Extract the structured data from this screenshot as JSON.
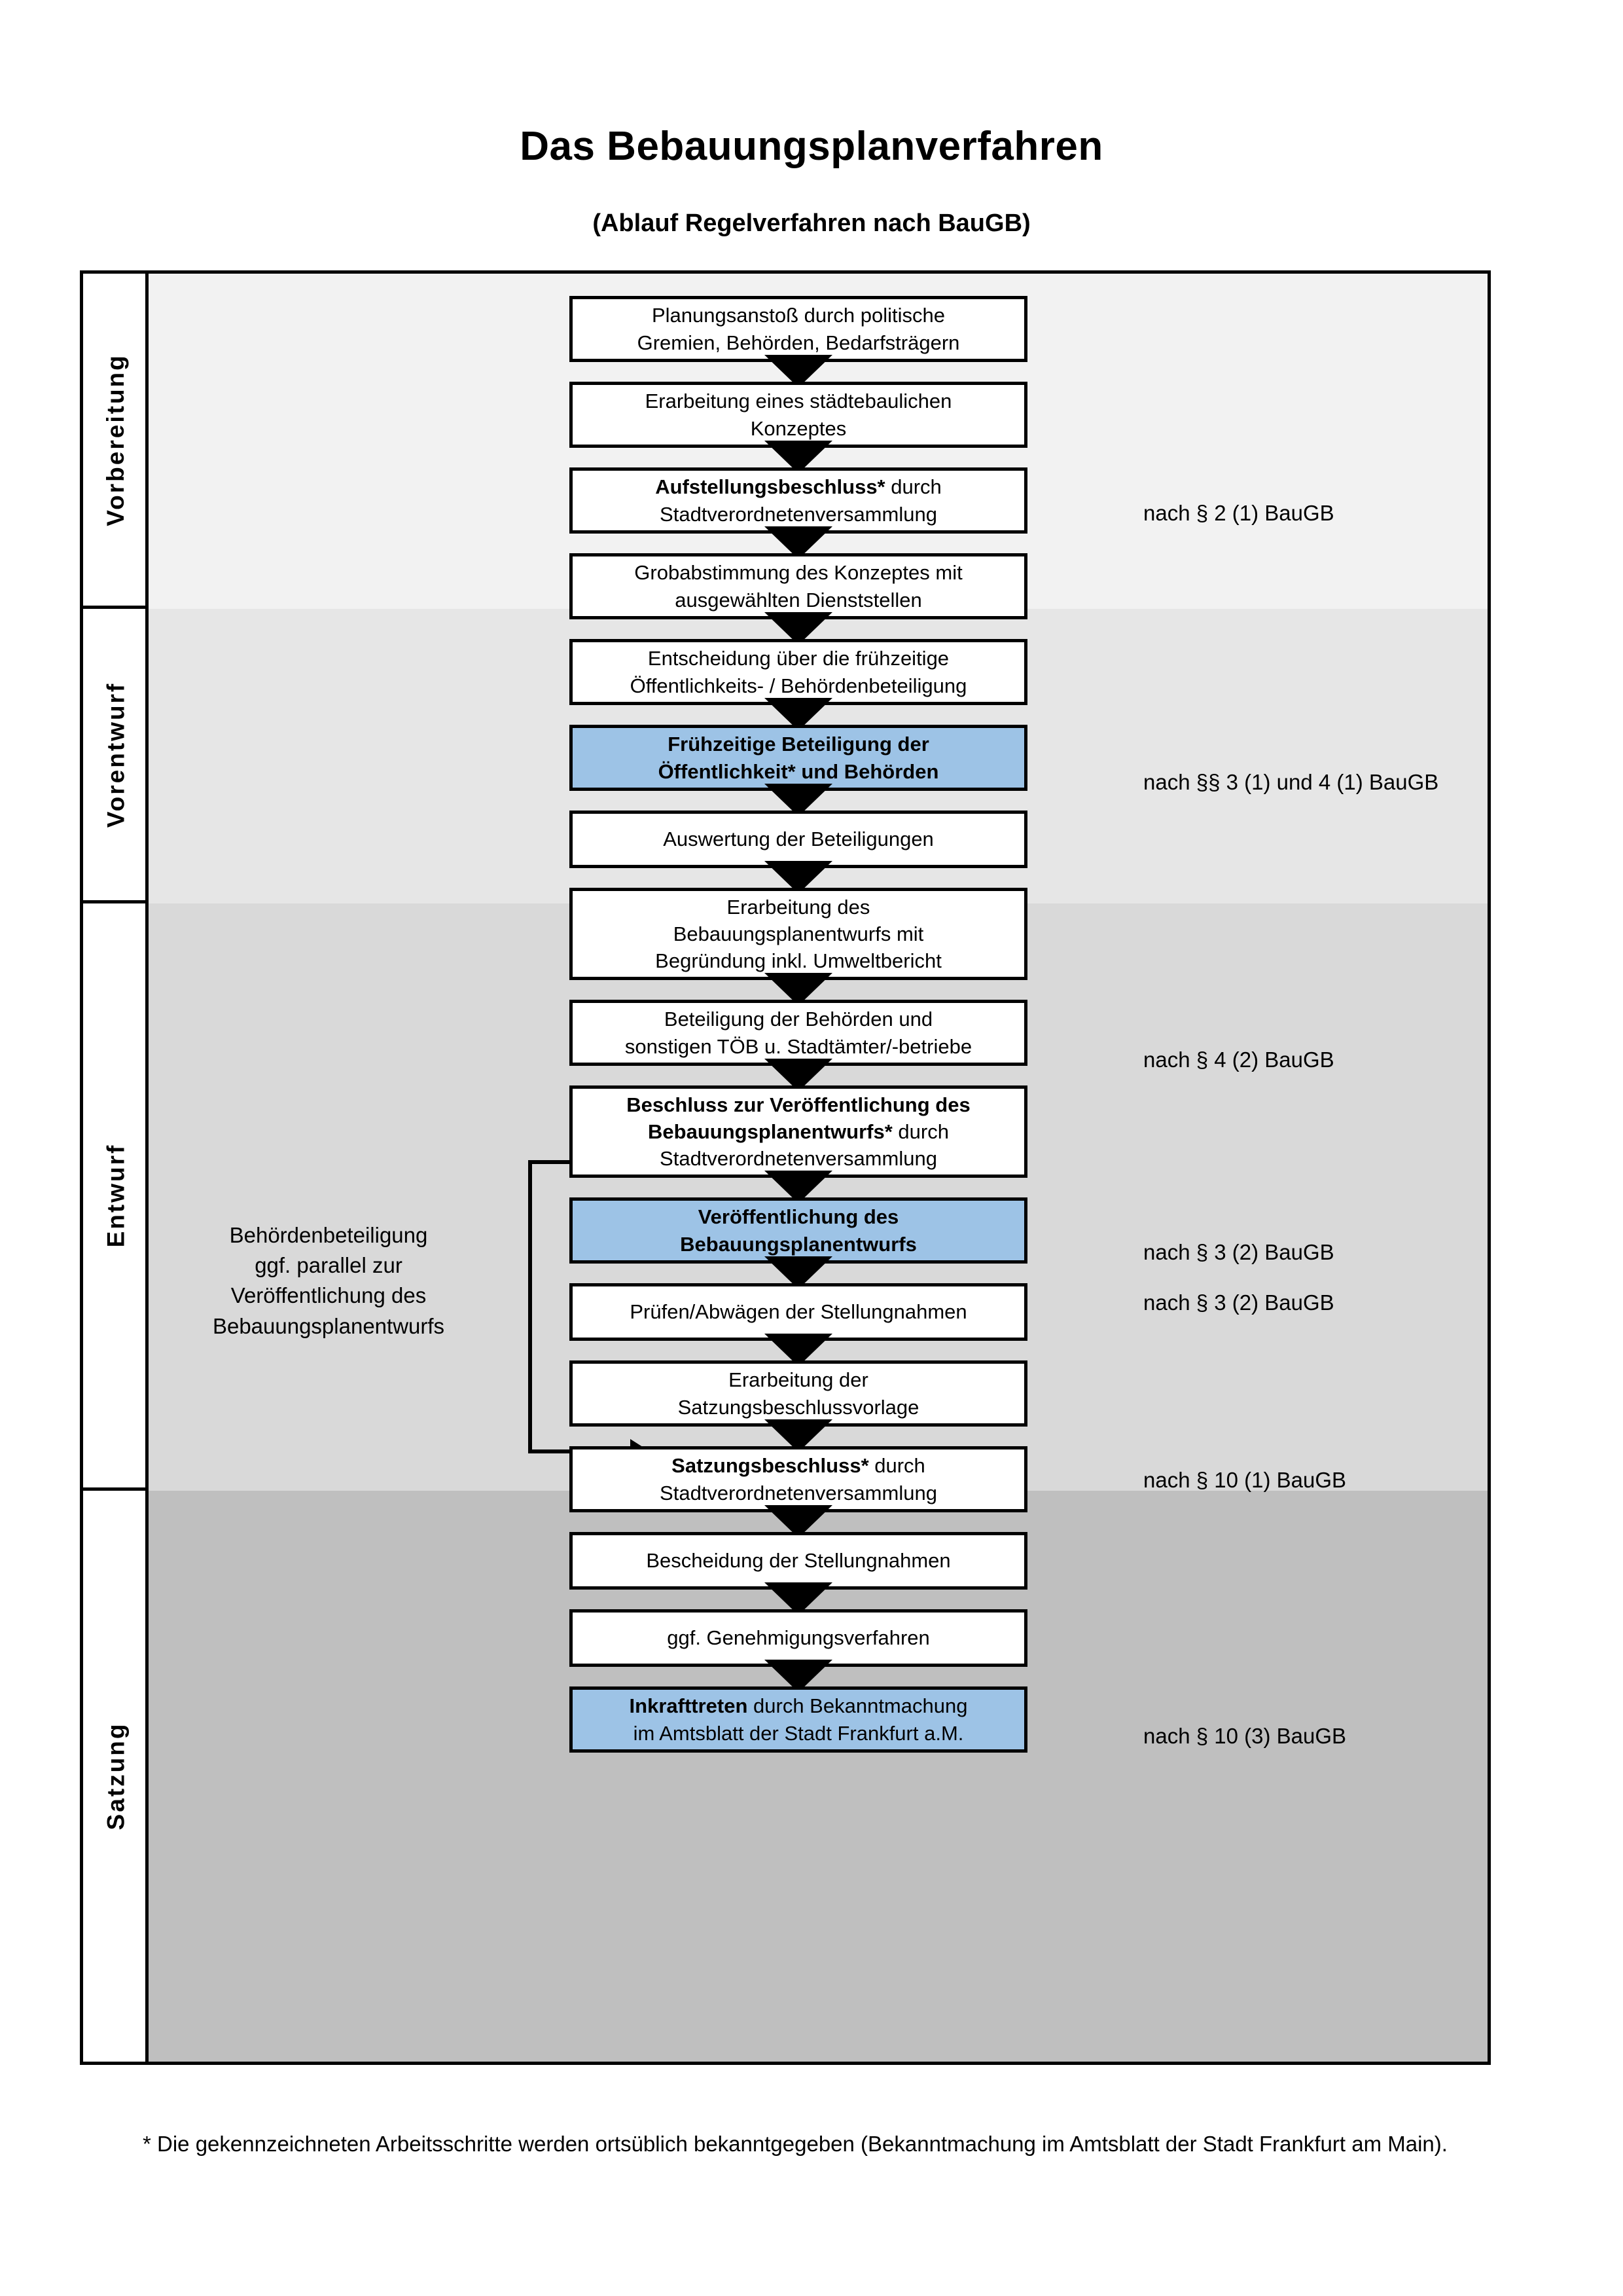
{
  "title": "Das Bebauungsplanverfahren",
  "subtitle": "(Ablauf Regelverfahren nach BauGB)",
  "colors": {
    "highlight_blue": "#9dc3e6",
    "band_vorbereitung": "#f2f2f2",
    "band_vorentwurf": "#e6e6e6",
    "band_entwurf": "#d9d9d9",
    "band_satzung": "#bfbfbf",
    "line": "#000000"
  },
  "phases": [
    {
      "label": "Vorbereitung",
      "background": "#f2f2f2"
    },
    {
      "label": "Vorentwurf",
      "background": "#e6e6e6"
    },
    {
      "label": "Entwurf",
      "background": "#d9d9d9"
    },
    {
      "label": "Satzung",
      "background": "#bfbfbf"
    }
  ],
  "steps": [
    {
      "id": "planungsanstoss",
      "phase": "Vorbereitung",
      "highlighted": false,
      "lines": [
        "Planungsanstoß durch politische",
        "Gremien, Behörden, Bedarfsträgern"
      ]
    },
    {
      "id": "staedtebauliches-konzept",
      "phase": "Vorbereitung",
      "highlighted": false,
      "lines": [
        "Erarbeitung eines städtebaulichen",
        "Konzeptes"
      ]
    },
    {
      "id": "aufstellungsbeschluss",
      "phase": "Vorbereitung",
      "highlighted": false,
      "bold_prefix": "Aufstellungsbeschluss*",
      "lines": [
        "Aufstellungsbeschluss* durch",
        "Stadtverordnetenversammlung"
      ]
    },
    {
      "id": "grobabstimmung",
      "phase": "Vorentwurf",
      "highlighted": false,
      "lines": [
        "Grobabstimmung des Konzeptes mit",
        "ausgewählten Dienststellen"
      ]
    },
    {
      "id": "entscheidung-fruehzeitig",
      "phase": "Vorentwurf",
      "highlighted": false,
      "lines": [
        "Entscheidung über die frühzeitige",
        "Öffentlichkeits- / Behördenbeteiligung"
      ]
    },
    {
      "id": "fruehzeitige-beteiligung",
      "phase": "Vorentwurf",
      "highlighted": true,
      "lines": [
        "Frühzeitige Beteiligung der",
        "Öffentlichkeit* und Behörden"
      ]
    },
    {
      "id": "auswertung-beteiligungen",
      "phase": "Entwurf",
      "highlighted": false,
      "lines": [
        "Auswertung der Beteiligungen"
      ]
    },
    {
      "id": "erarbeitung-entwurf",
      "phase": "Entwurf",
      "highlighted": false,
      "lines": [
        "Erarbeitung des",
        "Bebauungsplanentwurfs mit",
        "Begründung inkl. Umweltbericht"
      ]
    },
    {
      "id": "beteiligung-behoerden",
      "phase": "Entwurf",
      "highlighted": false,
      "lines": [
        "Beteiligung der Behörden und",
        "sonstigen TÖB u. Stadtämter/-betriebe"
      ]
    },
    {
      "id": "beschluss-veroeffentlichung",
      "phase": "Entwurf",
      "highlighted": false,
      "bold_prefix": "Beschluss zur Veröffentlichung des Bebauungsplanentwurfs*",
      "lines": [
        "Beschluss zur Veröffentlichung des",
        "Bebauungsplanentwurfs* durch",
        "Stadtverordnetenversammlung"
      ]
    },
    {
      "id": "veroeffentlichung",
      "phase": "Entwurf",
      "highlighted": true,
      "lines": [
        "Veröffentlichung des",
        "Bebauungsplanentwurfs"
      ]
    },
    {
      "id": "pruefen-abwaegen",
      "phase": "Satzung",
      "highlighted": false,
      "lines": [
        "Prüfen/Abwägen der Stellungnahmen"
      ]
    },
    {
      "id": "satzungsbeschlussvorlage",
      "phase": "Satzung",
      "highlighted": false,
      "lines": [
        "Erarbeitung der",
        "Satzungsbeschlussvorlage"
      ]
    },
    {
      "id": "satzungsbeschluss",
      "phase": "Satzung",
      "highlighted": false,
      "bold_prefix": "Satzungsbeschluss*",
      "lines": [
        "Satzungsbeschluss* durch",
        "Stadtverordnetenversammlung"
      ]
    },
    {
      "id": "bescheidung",
      "phase": "Satzung",
      "highlighted": false,
      "lines": [
        "Bescheidung der Stellungnahmen"
      ]
    },
    {
      "id": "genehmigungsverfahren",
      "phase": "Satzung",
      "highlighted": false,
      "lines": [
        "ggf. Genehmigungsverfahren"
      ]
    },
    {
      "id": "inkrafttreten",
      "phase": "Satzung",
      "highlighted": true,
      "bold_prefix": "Inkrafttreten",
      "lines": [
        "Inkrafttreten durch Bekanntmachung",
        "im Amtsblatt der Stadt Frankfurt a.M."
      ]
    }
  ],
  "legal_refs": [
    {
      "id": "ref-aufstellungsbeschluss",
      "text": "nach § 2 (1) BauGB"
    },
    {
      "id": "ref-fruehzeitige",
      "text": "nach §§ 3 (1) und 4 (1) BauGB"
    },
    {
      "id": "ref-behoerdenbeteiligung",
      "text": "nach § 4 (2) BauGB"
    },
    {
      "id": "ref-beschluss-veroeff",
      "text": "nach § 3 (2) BauGB"
    },
    {
      "id": "ref-veroeffentlichung",
      "text": "nach § 3 (2) BauGB"
    },
    {
      "id": "ref-satzungsbeschluss",
      "text": "nach § 10 (1) BauGB"
    },
    {
      "id": "ref-inkrafttreten",
      "text": "nach § 10 (3) BauGB"
    }
  ],
  "parallel_note": {
    "lines": [
      "Behördenbeteiligung",
      "ggf. parallel zur",
      "Veröffentlichung des",
      "Bebauungsplanentwurfs"
    ]
  },
  "footnote": "* Die gekennzeichneten Arbeitsschritte werden ortsüblich bekanntgegeben (Bekanntmachung im Amtsblatt  der Stadt Frankfurt am Main)."
}
